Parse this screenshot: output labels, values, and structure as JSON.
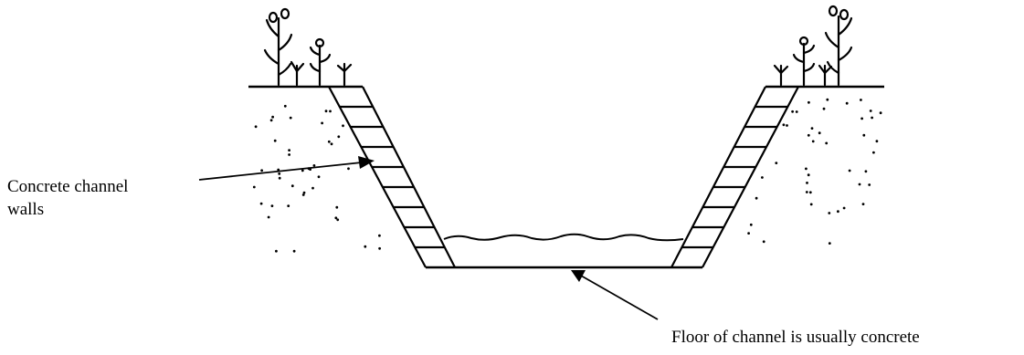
{
  "labels": {
    "walls_line1": "Concrete channel",
    "walls_line2": "walls",
    "floor": "Floor of channel is usually concrete"
  },
  "colors": {
    "ink": "#000000",
    "background": "#ffffff"
  }
}
